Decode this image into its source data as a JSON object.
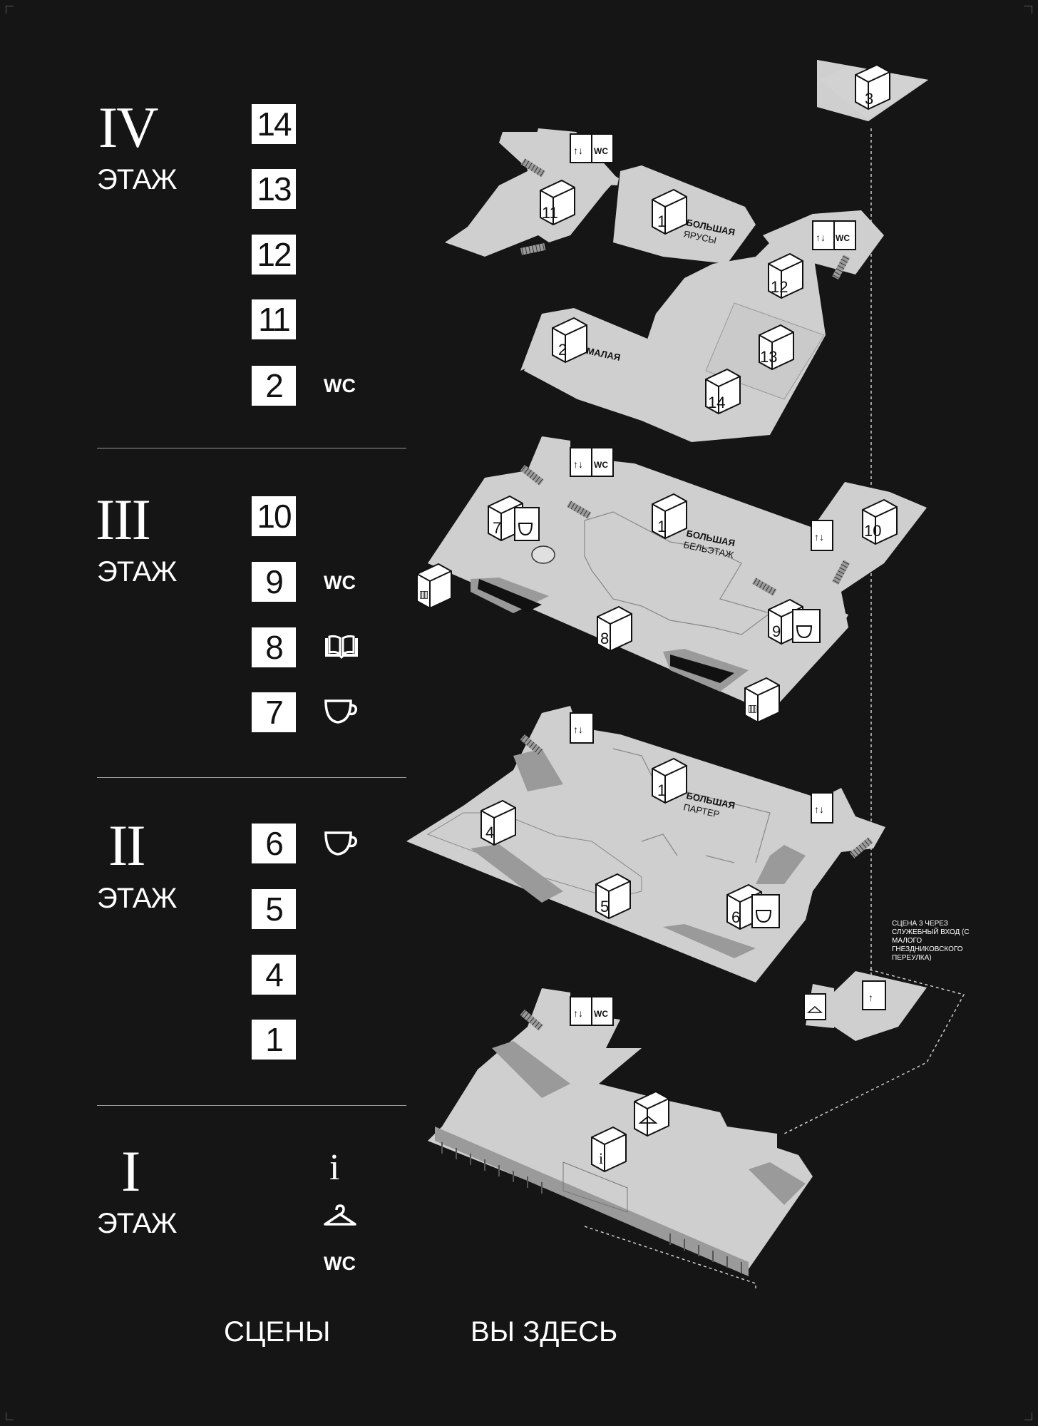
{
  "floors": [
    {
      "roman": "IV",
      "word": "ЭТАЖ",
      "scenes": [
        "14",
        "13",
        "12",
        "11",
        "2"
      ],
      "amenities": [
        {
          "icon": "wc",
          "text": "WC"
        }
      ]
    },
    {
      "roman": "III",
      "word": "ЭТАЖ",
      "scenes": [
        "10",
        "9",
        "8",
        "7"
      ],
      "amenities": [
        {
          "icon": "wc",
          "text": "WC"
        },
        {
          "icon": "book-icon"
        },
        {
          "icon": "cup-icon"
        }
      ]
    },
    {
      "roman": "II",
      "word": "ЭТАЖ",
      "scenes": [
        "6",
        "5",
        "4",
        "1"
      ],
      "amenities": [
        {
          "icon": "cup-icon"
        }
      ]
    },
    {
      "roman": "I",
      "word": "ЭТАЖ",
      "scenes": [],
      "amenities": [
        {
          "icon": "info-icon",
          "text": "i"
        },
        {
          "icon": "hanger-icon"
        },
        {
          "icon": "wc",
          "text": "WC"
        }
      ]
    }
  ],
  "footer": {
    "scenes_label": "СЦЕНЫ",
    "you_are_here_label": "ВЫ ЗДЕСЬ"
  },
  "map": {
    "floor4": {
      "bolshaya": "БОЛЬШАЯ",
      "bolshaya_sub": "ЯРУСЫ",
      "malaya": "МАЛАЯ",
      "cubes": [
        "3",
        "11",
        "1",
        "12",
        "2",
        "13",
        "14"
      ],
      "wc": "WC"
    },
    "floor3": {
      "bolshaya": "БОЛЬШАЯ",
      "bolshaya_sub": "БЕЛЬЭТАЖ",
      "cubes": [
        "7",
        "1",
        "10",
        "8",
        "9"
      ],
      "wc": "WC"
    },
    "floor2": {
      "bolshaya": "БОЛЬШАЯ",
      "bolshaya_sub": "ПАРТЕР",
      "cubes": [
        "1",
        "4",
        "5",
        "6"
      ]
    },
    "floor1": {
      "wc": "WC",
      "info": "i"
    },
    "note": "СЦЕНА 3 ЧЕРЕЗ СЛУЖЕБНЫЙ ВХОД (С МАЛОГО ГНЕЗДНИКОВСКОГО ПЕРЕУЛКА)"
  },
  "colors": {
    "background": "#151515",
    "floor_fill": "#cfcfcf",
    "box_fill": "#ffffff",
    "text": "#ffffff"
  }
}
